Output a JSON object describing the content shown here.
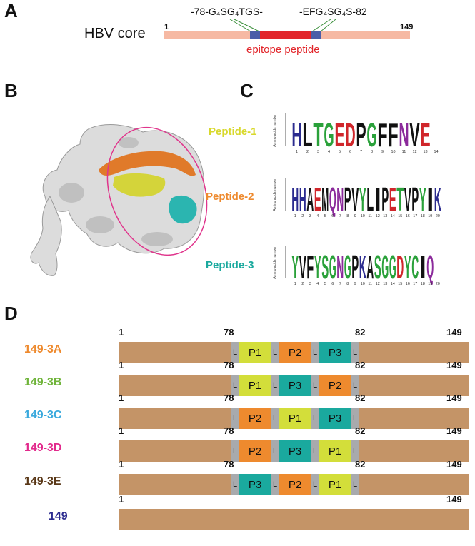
{
  "panels": {
    "a": "A",
    "b": "B",
    "c": "C",
    "d": "D"
  },
  "panel_a": {
    "label": "HBV core",
    "start": "1",
    "end": "149",
    "left_linker": "-78-G₄SG₄TGS-",
    "right_linker": "-EFG₄SG₄S-82",
    "epitope": "epitope peptide",
    "colors": {
      "core": "#f6b9a3",
      "epitope": "#e2262b",
      "linker": "#4a5ea8",
      "epitope_text": "#e2262b"
    }
  },
  "panel_b": {
    "description_icon": "protein-surface-structure",
    "colors": {
      "surface": "#d9d9d9",
      "peptide1": "#d4d43a",
      "peptide2": "#e07a2a",
      "peptide3": "#2bb5b0",
      "ellipse": "#e0358c"
    }
  },
  "panel_c": {
    "axis_label": "Amino acids number",
    "peptides": [
      {
        "name": "Peptide-1",
        "color": "#d8d82c",
        "sequence": "HLTGEDPGFFNVE",
        "residues": [
          {
            "c": "H",
            "col": "#2b2b8f"
          },
          {
            "c": "L",
            "col": "#111111"
          },
          {
            "c": "T",
            "col": "#2aa13a"
          },
          {
            "c": "G",
            "col": "#2aa13a"
          },
          {
            "c": "E",
            "col": "#d0262b"
          },
          {
            "c": "D",
            "col": "#d0262b"
          },
          {
            "c": "P",
            "col": "#111111"
          },
          {
            "c": "G",
            "col": "#2aa13a"
          },
          {
            "c": "F",
            "col": "#111111"
          },
          {
            "c": "F",
            "col": "#111111"
          },
          {
            "c": "N",
            "col": "#8b2a9b"
          },
          {
            "c": "V",
            "col": "#111111"
          },
          {
            "c": "E",
            "col": "#d0262b"
          }
        ],
        "ticks": [
          "1",
          "2",
          "3",
          "4",
          "5",
          "6",
          "7",
          "8",
          "9",
          "10",
          "11",
          "12",
          "13",
          "14"
        ]
      },
      {
        "name": "Peptide-2",
        "color": "#ee8a2e",
        "sequence": "HHAEMQNPVYLIPETVPYIK",
        "residues": [
          {
            "c": "H",
            "col": "#2b2b8f"
          },
          {
            "c": "H",
            "col": "#2b2b8f"
          },
          {
            "c": "A",
            "col": "#111111"
          },
          {
            "c": "E",
            "col": "#d0262b"
          },
          {
            "c": "M",
            "col": "#111111"
          },
          {
            "c": "Q",
            "col": "#8b2a9b"
          },
          {
            "c": "N",
            "col": "#8b2a9b"
          },
          {
            "c": "P",
            "col": "#111111"
          },
          {
            "c": "V",
            "col": "#111111"
          },
          {
            "c": "Y",
            "col": "#2aa13a"
          },
          {
            "c": "L",
            "col": "#111111"
          },
          {
            "c": "I",
            "col": "#111111"
          },
          {
            "c": "P",
            "col": "#111111"
          },
          {
            "c": "E",
            "col": "#d0262b"
          },
          {
            "c": "T",
            "col": "#2aa13a"
          },
          {
            "c": "V",
            "col": "#111111"
          },
          {
            "c": "P",
            "col": "#111111"
          },
          {
            "c": "Y",
            "col": "#2aa13a"
          },
          {
            "c": "I",
            "col": "#111111"
          },
          {
            "c": "K",
            "col": "#2b2b8f"
          }
        ],
        "ticks": [
          "1",
          "2",
          "3",
          "4",
          "5",
          "6",
          "7",
          "8",
          "9",
          "10",
          "11",
          "12",
          "13",
          "14",
          "15",
          "16",
          "17",
          "18",
          "19",
          "20"
        ]
      },
      {
        "name": "Peptide-3",
        "color": "#1aa99e",
        "sequence": "YVFYSGNGPKASGGDYCIQ",
        "residues": [
          {
            "c": "Y",
            "col": "#2aa13a"
          },
          {
            "c": "V",
            "col": "#111111"
          },
          {
            "c": "F",
            "col": "#111111"
          },
          {
            "c": "Y",
            "col": "#2aa13a"
          },
          {
            "c": "S",
            "col": "#2aa13a"
          },
          {
            "c": "G",
            "col": "#2aa13a"
          },
          {
            "c": "N",
            "col": "#8b2a9b"
          },
          {
            "c": "G",
            "col": "#2aa13a"
          },
          {
            "c": "P",
            "col": "#111111"
          },
          {
            "c": "K",
            "col": "#2b2b8f"
          },
          {
            "c": "A",
            "col": "#111111"
          },
          {
            "c": "S",
            "col": "#2aa13a"
          },
          {
            "c": "G",
            "col": "#2aa13a"
          },
          {
            "c": "G",
            "col": "#2aa13a"
          },
          {
            "c": "D",
            "col": "#d0262b"
          },
          {
            "c": "Y",
            "col": "#2aa13a"
          },
          {
            "c": "C",
            "col": "#2aa13a"
          },
          {
            "c": "I",
            "col": "#111111"
          },
          {
            "c": "Q",
            "col": "#8b2a9b"
          }
        ],
        "ticks": [
          "1",
          "2",
          "3",
          "4",
          "5",
          "6",
          "7",
          "8",
          "9",
          "10",
          "11",
          "12",
          "13",
          "14",
          "15",
          "16",
          "17",
          "18",
          "19",
          "20"
        ]
      }
    ]
  },
  "panel_d": {
    "pos_start": "1",
    "pos_78": "78",
    "pos_82": "82",
    "pos_end": "149",
    "linker_label": "L",
    "constructs": [
      {
        "name": "149-3A",
        "color": "#ee8a2e",
        "order": [
          "P1",
          "P2",
          "P3"
        ]
      },
      {
        "name": "149-3B",
        "color": "#6fb43a",
        "order": [
          "P1",
          "P3",
          "P2"
        ]
      },
      {
        "name": "149-3C",
        "color": "#3aa9dd",
        "order": [
          "P2",
          "P1",
          "P3"
        ]
      },
      {
        "name": "149-3D",
        "color": "#e22a8c",
        "order": [
          "P2",
          "P3",
          "P1"
        ]
      },
      {
        "name": "149-3E",
        "color": "#5a3818",
        "order": [
          "P3",
          "P2",
          "P1"
        ]
      },
      {
        "name": "149",
        "color": "#2b2b8f",
        "order": []
      }
    ],
    "peptide_colors": {
      "P1": "#d3de3a",
      "P2": "#ee8a2e",
      "P3": "#1aa99e"
    },
    "core_color": "#c49467",
    "linker_color": "#a8aaad"
  }
}
